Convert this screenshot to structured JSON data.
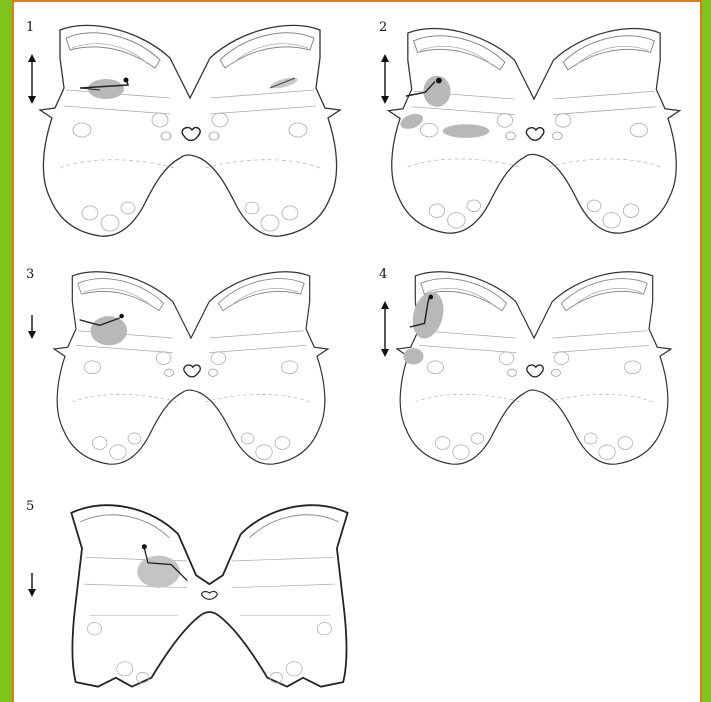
{
  "panels": [
    {
      "number": "1",
      "arrow": "both"
    },
    {
      "number": "2",
      "arrow": "both"
    },
    {
      "number": "3",
      "arrow": "down"
    },
    {
      "number": "4",
      "arrow": "both"
    },
    {
      "number": "5",
      "arrow": "down"
    }
  ],
  "colors": {
    "background": "#7fc31c",
    "frame_border": "#e07a1a",
    "outline": "#333333",
    "lesion": "#b8b8b8",
    "light_lines": "#9a9a9a"
  }
}
